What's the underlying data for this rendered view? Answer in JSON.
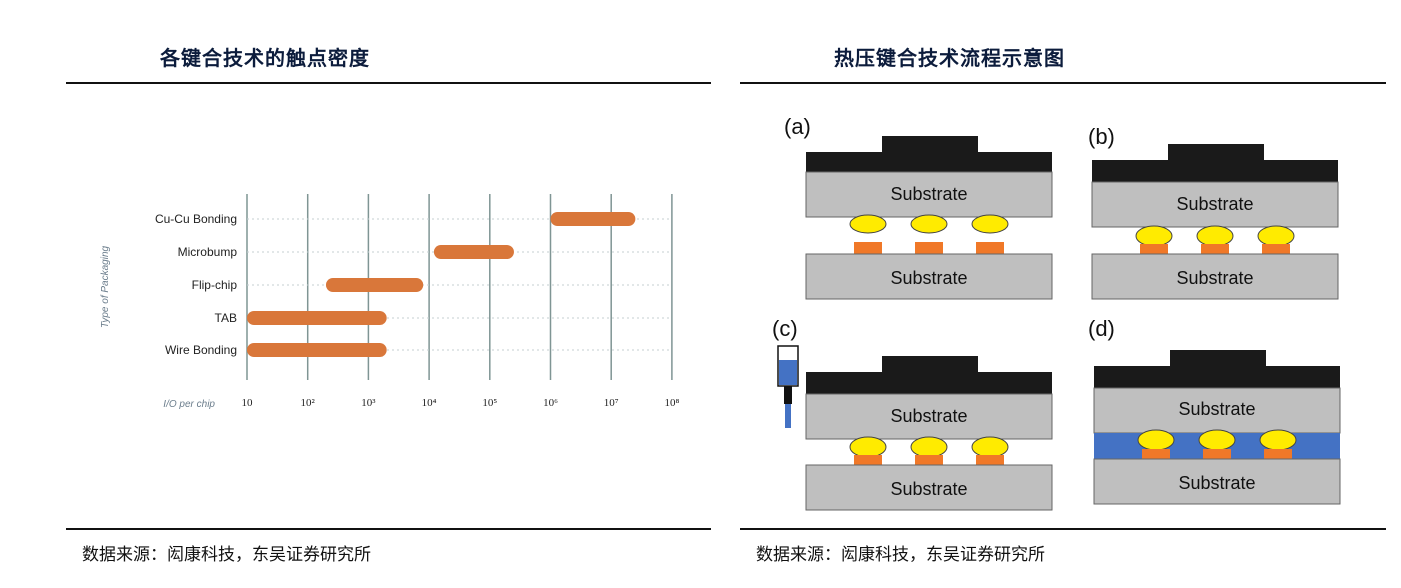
{
  "left": {
    "title": "各键合技术的触点密度",
    "source": "数据来源：闳康科技，东吴证券研究所"
  },
  "right": {
    "title": "热压键合技术流程示意图",
    "source": "数据来源：闳康科技，东吴证券研究所",
    "panels": [
      "(a)",
      "(b)",
      "(c)",
      "(d)"
    ],
    "substrate_label": "Substrate",
    "colors": {
      "die": "#1a1a1a",
      "substrate": "#bfbfbf",
      "bump": "#ffeb00",
      "pad": "#f07828",
      "underfill": "#4472c4"
    }
  },
  "chart_data": {
    "type": "range-bar",
    "ylabel": "Type of Packaging",
    "xlabel": "I/O per chip",
    "x_scale": "log10",
    "xlim": [
      10,
      100000000
    ],
    "tick_values": [
      10,
      100,
      1000,
      10000,
      100000,
      1000000,
      10000000,
      100000000
    ],
    "tick_labels": [
      "10",
      "10²",
      "10³",
      "10⁴",
      "10⁵",
      "10⁶",
      "10⁷",
      "10⁸"
    ],
    "categories": [
      "Cu-Cu Bonding",
      "Microbump",
      "Flip-chip",
      "TAB",
      "Wire Bonding"
    ],
    "ranges": [
      [
        1000000,
        25000000
      ],
      [
        12000,
        250000
      ],
      [
        200,
        8000
      ],
      [
        10,
        2000
      ],
      [
        10,
        2000
      ]
    ],
    "bar_color": "#d9773a",
    "grid": "vertical lines at ticks, dotted horizontal guides"
  }
}
